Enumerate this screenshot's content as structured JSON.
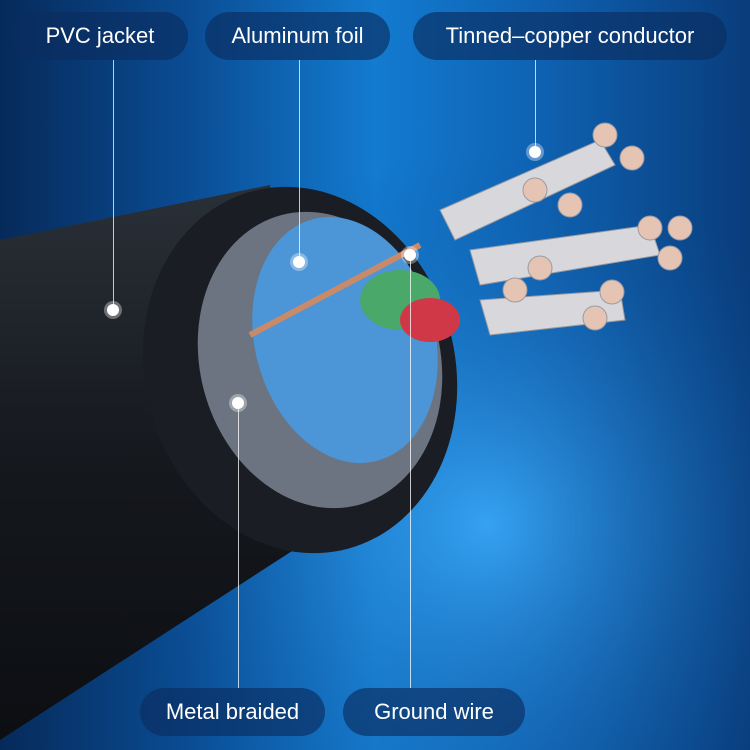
{
  "labels": {
    "pvc_jacket": "PVC jacket",
    "aluminum_foil": "Aluminum foil",
    "tinned_copper_conductor": "Tinned–copper conductor",
    "metal_braided": "Metal braided",
    "ground_wire": "Ground wire"
  },
  "colors": {
    "accent": "#137bd0",
    "jacket": "#1b1f26",
    "foil": "#5aa8e6",
    "copper": "#c98a6a"
  }
}
